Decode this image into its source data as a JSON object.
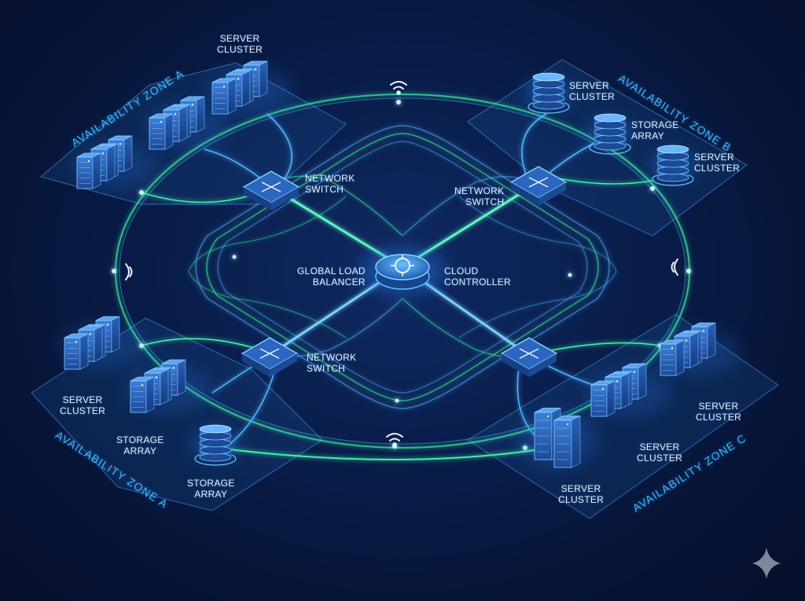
{
  "zones": {
    "top_left": "AVAILABILITY ZONE A",
    "top_right": "AVAILABILITY ZONE B",
    "bottom_left": "AVAILABILITY ZONE A",
    "bottom_right": "AVAILABILITY ZONE C"
  },
  "center": {
    "load_balancer": [
      "GLOBAL LOAD",
      "BALANCER"
    ],
    "controller": [
      "CLOUD",
      "CONTROLLER"
    ]
  },
  "switches": {
    "top_left": [
      "NETWORK",
      "SWITCH"
    ],
    "top_right": [
      "NETWORK",
      "SWITCH"
    ],
    "bottom_left": [
      "NETWORK",
      "SWITCH"
    ]
  },
  "nodes": {
    "tl_server_cluster": [
      "SERVER",
      "CLUSTER"
    ],
    "tr_server_cluster_1": [
      "SERVER",
      "CLUSTER"
    ],
    "tr_storage_array": [
      "STORAGE",
      "ARRAY"
    ],
    "tr_server_cluster_2": [
      "SERVER",
      "CLUSTER"
    ],
    "bl_server_cluster": [
      "SERVER",
      "CLUSTER"
    ],
    "bl_storage_array_1": [
      "STORAGE",
      "ARRAY"
    ],
    "bl_storage_array_2": [
      "STORAGE",
      "ARRAY"
    ],
    "br_server_cluster_1": [
      "SERVER",
      "CLUSTER"
    ],
    "br_server_cluster_2": [
      "SERVER",
      "CLUSTER"
    ],
    "br_server_cluster_3": [
      "SERVER",
      "CLUSTER"
    ]
  },
  "icons": {
    "wireless": "wifi-signal-icon",
    "server": "server-rack-icon",
    "database": "database-stack-icon",
    "switch": "network-switch-icon",
    "balancer": "load-balancer-icon",
    "sparkle": "sparkle-icon"
  },
  "colors": {
    "background": "#0a1f4e",
    "line_green": "#3ef0a8",
    "line_blue": "#4fb4ff",
    "zone_fill": "#1a4a8c",
    "accent": "#3fb8ff"
  }
}
